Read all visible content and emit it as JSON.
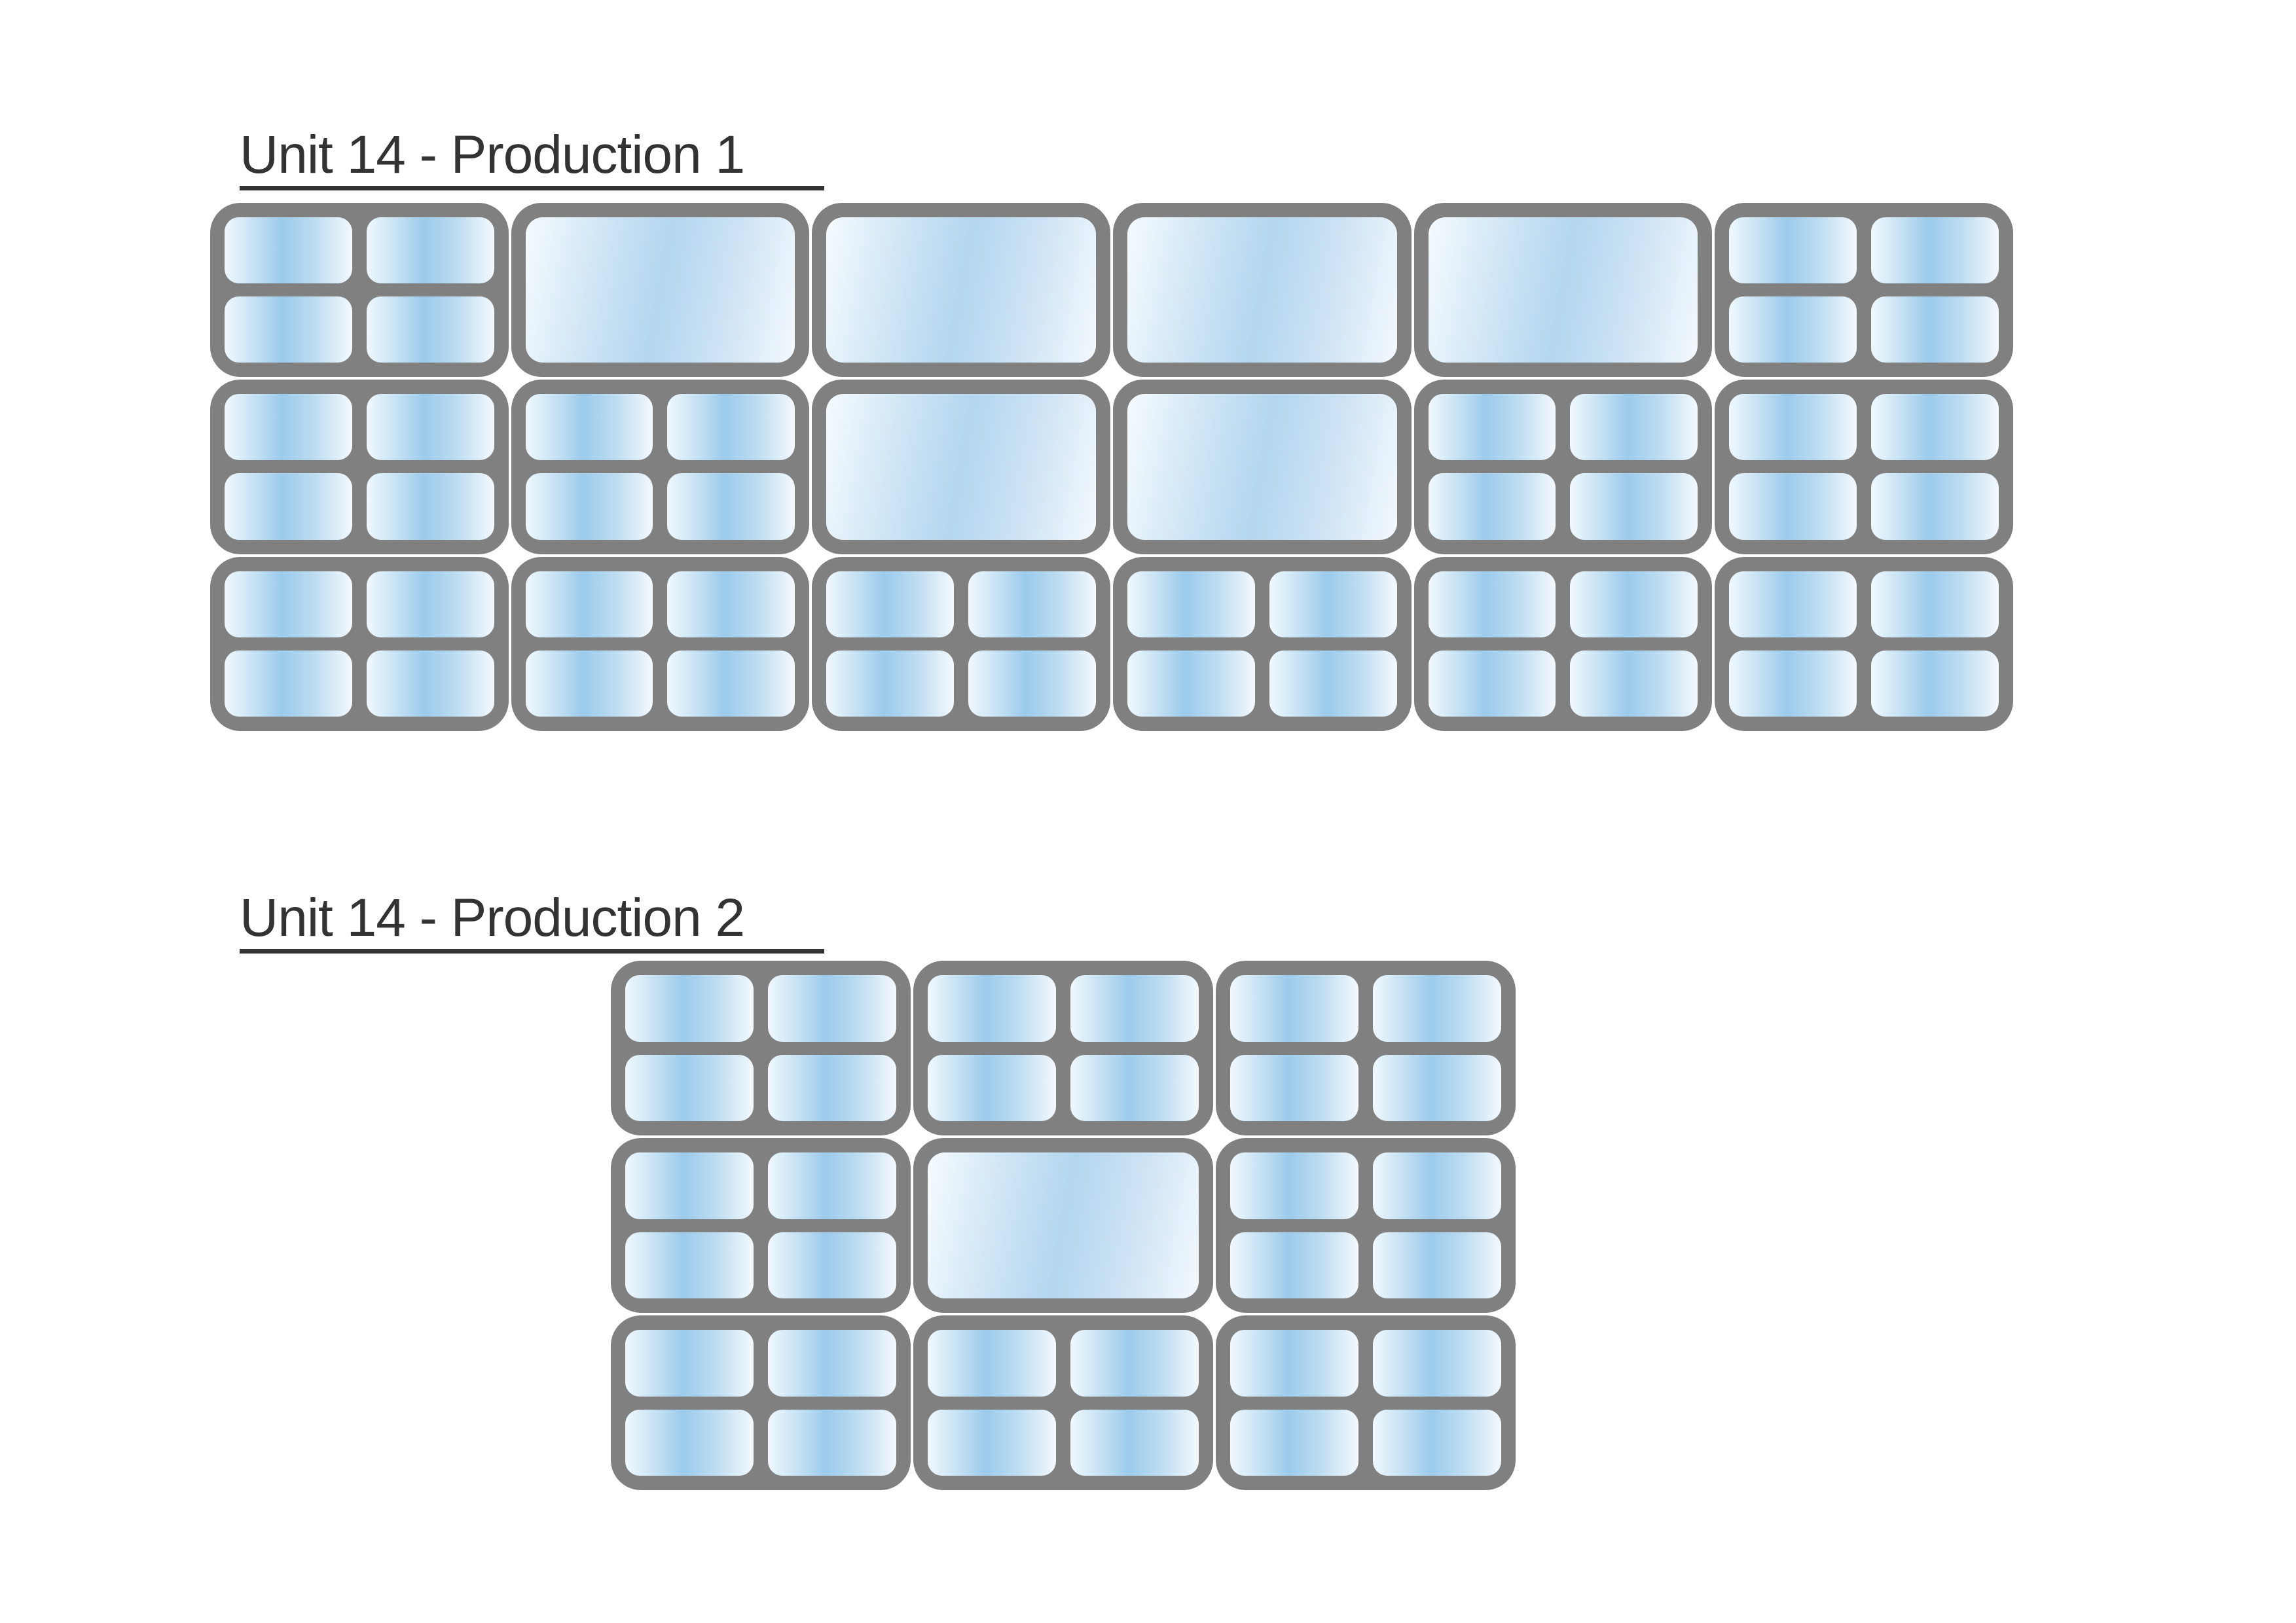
{
  "colors": {
    "frame": "#808080",
    "glass": "#9ccbec",
    "title": "#333333"
  },
  "sections": [
    {
      "title": "Unit 14 - Production 1",
      "rows": [
        [
          "quad",
          "single",
          "single",
          "single",
          "single",
          "quad"
        ],
        [
          "quad",
          "quad",
          "single",
          "single",
          "quad",
          "quad"
        ],
        [
          "quad",
          "quad",
          "quad",
          "quad",
          "quad",
          "quad"
        ]
      ]
    },
    {
      "title": "Unit 14 - Production 2",
      "rows": [
        [
          "quad",
          "quad",
          "quad"
        ],
        [
          "quad",
          "single",
          "quad"
        ],
        [
          "quad",
          "quad",
          "quad"
        ]
      ]
    }
  ]
}
